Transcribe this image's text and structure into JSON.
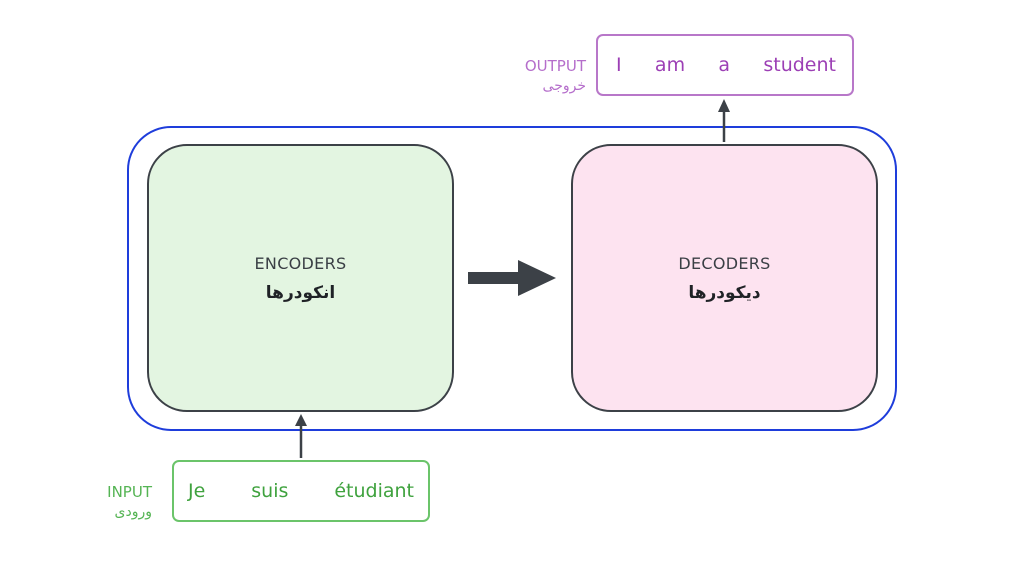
{
  "encoder": {
    "title": "ENCODERS",
    "subtitle": "انکودرها"
  },
  "decoder": {
    "title": "DECODERS",
    "subtitle": "دیکودرها"
  },
  "input": {
    "label_en": "INPUT",
    "label_fa": "ورودی",
    "tokens": [
      "Je",
      "suis",
      "étudiant"
    ]
  },
  "output": {
    "label_en": "OUTPUT",
    "label_fa": "خروجی",
    "tokens": [
      "I",
      "am",
      "a",
      "student"
    ]
  },
  "colors": {
    "container_border": "#1e3ddb",
    "encoder_fill": "#e3f5e1",
    "decoder_fill": "#fde3f0",
    "input_green": "#6bc46a",
    "output_purple": "#b877c9",
    "arrow_dark": "#3c4147"
  }
}
